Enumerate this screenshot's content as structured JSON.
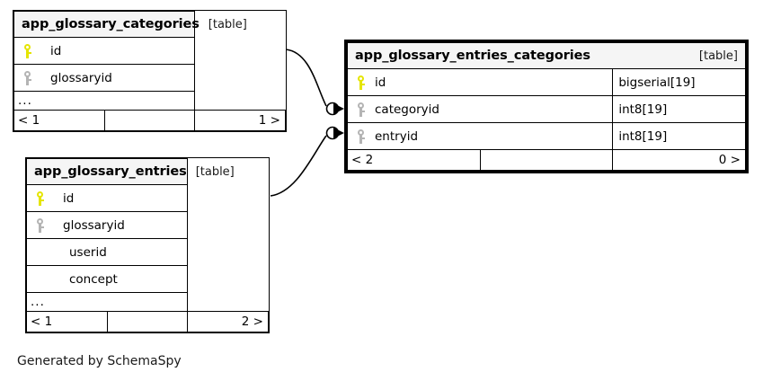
{
  "diagram": {
    "type": "entity-relationship-diagram",
    "caption": "Generated by SchemaSpy",
    "colors": {
      "background": "#ffffff",
      "border": "#000000",
      "header_fill": "#f5f5f5",
      "primary_key": "#e5e500",
      "foreign_key": "#b4b4b4",
      "connector": "#000000"
    }
  },
  "tables": [
    {
      "id": "app_glossary_categories",
      "name": "app_glossary_categories",
      "tag": "[table]",
      "focus": false,
      "columns": [
        {
          "name": "id",
          "key": "primary",
          "type": ""
        },
        {
          "name": "glossaryid",
          "key": "foreign",
          "type": ""
        }
      ],
      "more_indicator": "...",
      "footer": {
        "left": "< 1",
        "middle": "",
        "right": "1 >"
      }
    },
    {
      "id": "app_glossary_entries_categories",
      "name": "app_glossary_entries_categories",
      "tag": "[table]",
      "focus": true,
      "columns": [
        {
          "name": "id",
          "key": "primary",
          "type": "bigserial[19]"
        },
        {
          "name": "categoryid",
          "key": "foreign",
          "type": "int8[19]"
        },
        {
          "name": "entryid",
          "key": "foreign",
          "type": "int8[19]"
        }
      ],
      "more_indicator": "",
      "footer": {
        "left": "< 2",
        "middle": "",
        "right": "0 >"
      }
    },
    {
      "id": "app_glossary_entries",
      "name": "app_glossary_entries",
      "tag": "[table]",
      "focus": false,
      "columns": [
        {
          "name": "id",
          "key": "primary",
          "type": ""
        },
        {
          "name": "glossaryid",
          "key": "foreign",
          "type": ""
        },
        {
          "name": "userid",
          "key": "none",
          "type": ""
        },
        {
          "name": "concept",
          "key": "none",
          "type": ""
        }
      ],
      "more_indicator": "...",
      "footer": {
        "left": "< 1",
        "middle": "",
        "right": "2 >"
      }
    }
  ],
  "relationships": [
    {
      "id": "categories-to-entries-categories",
      "from_table": "app_glossary_categories",
      "from_column": "id",
      "to_table": "app_glossary_entries_categories",
      "to_column": "categoryid",
      "from_cardinality": "zero-or-one",
      "to_cardinality": "many"
    },
    {
      "id": "entries-to-entries-categories",
      "from_table": "app_glossary_entries",
      "from_column": "id",
      "to_table": "app_glossary_entries_categories",
      "to_column": "entryid",
      "from_cardinality": "zero-or-one",
      "to_cardinality": "many"
    }
  ]
}
